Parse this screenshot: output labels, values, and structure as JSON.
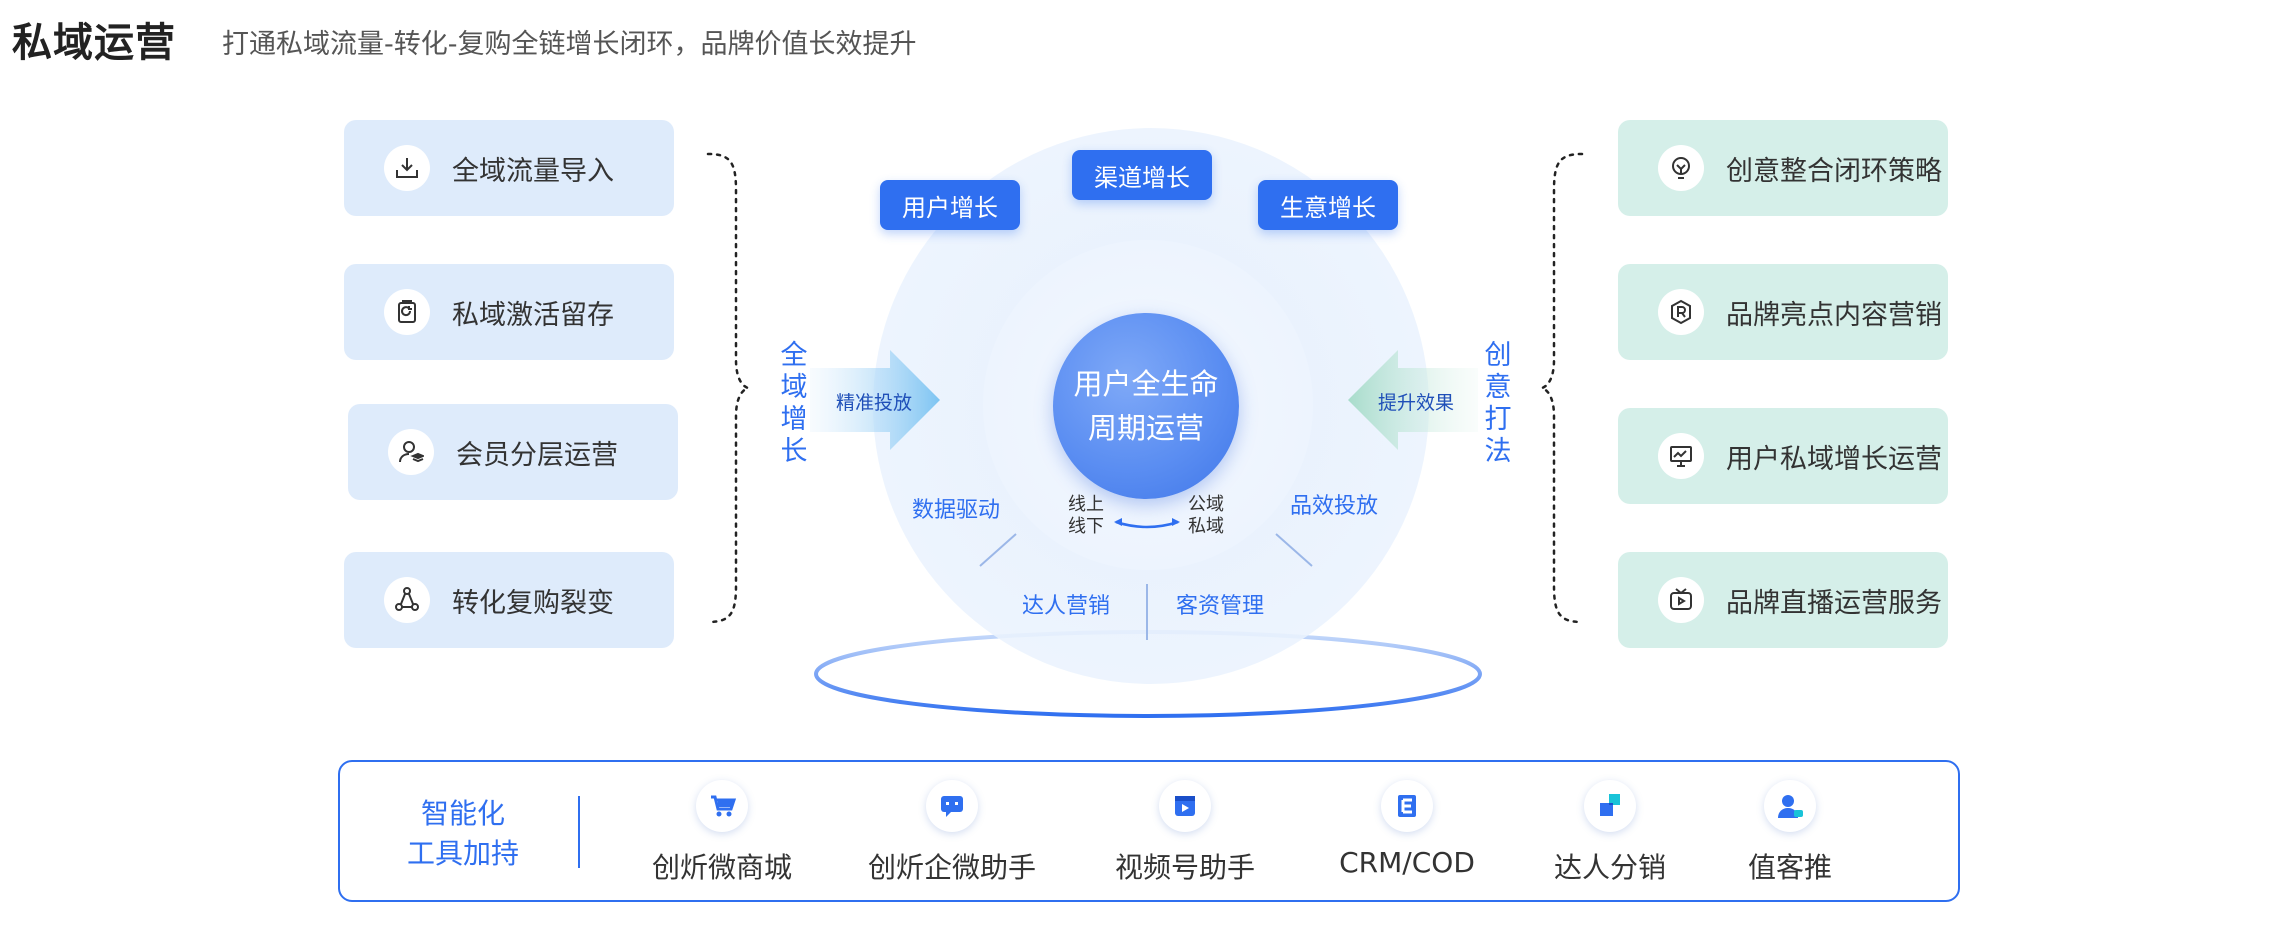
{
  "header": {
    "title": "私域运营",
    "subtitle": "打通私域流量-转化-复购全链增长闭环，品牌价值长效提升"
  },
  "left_cards": [
    {
      "label": "全域流量导入",
      "icon": "download-tray-icon"
    },
    {
      "label": "私域激活留存",
      "icon": "refresh-clipboard-icon"
    },
    {
      "label": "会员分层运营",
      "icon": "member-layers-icon"
    },
    {
      "label": "转化复购裂变",
      "icon": "share-network-icon"
    }
  ],
  "right_cards": [
    {
      "label": "创意整合闭环策略",
      "icon": "bulb-icon"
    },
    {
      "label": "品牌亮点内容营销",
      "icon": "registered-badge-icon"
    },
    {
      "label": "用户私域增长运营",
      "icon": "growth-monitor-icon"
    },
    {
      "label": "品牌直播运营服务",
      "icon": "live-tv-icon"
    }
  ],
  "left_side": {
    "vertical_label": [
      "全",
      "域",
      "增",
      "长"
    ],
    "arrow_label": "精准投放"
  },
  "right_side": {
    "vertical_label": [
      "创",
      "意",
      "打",
      "法"
    ],
    "arrow_label": "提升效果"
  },
  "center": {
    "core_lines": [
      "用户全生命",
      "周期运营"
    ],
    "pills": {
      "left": "用户增长",
      "top": "渠道增长",
      "right": "生意增长"
    },
    "data_driven": "数据驱动",
    "effect_ads": "品效投放",
    "online": "线上",
    "offline": "线下",
    "public": "公域",
    "private": "私域",
    "kol_marketing": "达人营销",
    "customer_mgmt": "客资管理"
  },
  "toolbar": {
    "title_lines": [
      "智能化",
      "工具加持"
    ],
    "tools": [
      {
        "label": "创炘微商城",
        "icon": "shop-cart-icon"
      },
      {
        "label": "创炘企微助手",
        "icon": "chat-bubble-icon"
      },
      {
        "label": "视频号助手",
        "icon": "video-play-icon"
      },
      {
        "label": "CRM/COD",
        "icon": "crm-e-icon"
      },
      {
        "label": "达人分销",
        "icon": "distribution-blocks-icon"
      },
      {
        "label": "值客推",
        "icon": "user-push-icon"
      }
    ]
  },
  "colors": {
    "accent": "#2f6ff0",
    "left_card_bg": "#deebfb",
    "right_card_bg": "#d5efe9"
  }
}
